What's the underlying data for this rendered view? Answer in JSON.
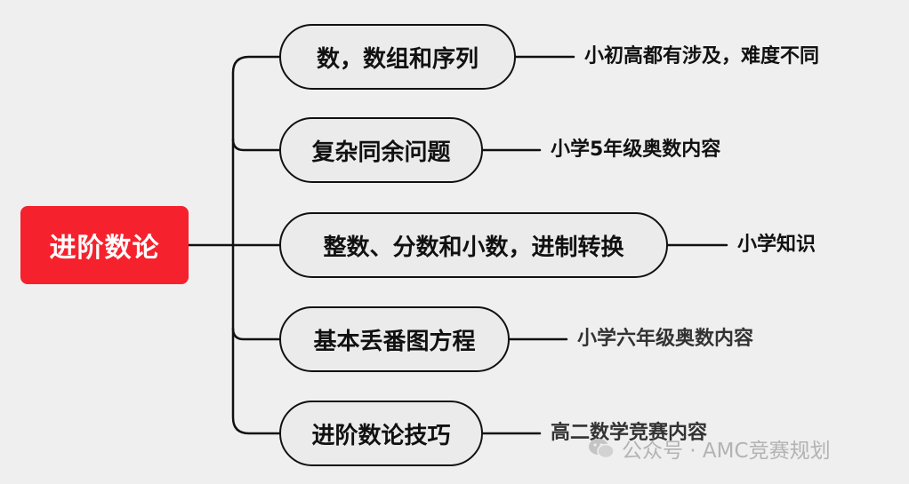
{
  "root": {
    "label": "进阶数论"
  },
  "topics": [
    {
      "label": "数，数组和序列",
      "note": "小初高都有涉及，难度不同"
    },
    {
      "label": "复杂同余问题",
      "note": "小学5年级奥数内容"
    },
    {
      "label": "整数、分数和小数，进制转换",
      "note": "小学知识"
    },
    {
      "label": "基本丢番图方程",
      "note": "小学六年级奥数内容"
    },
    {
      "label": "进阶数论技巧",
      "note": "高二数学竞赛内容"
    }
  ],
  "watermark": {
    "text": "公众号 · AMC竞赛规划",
    "icon": "wechat-icon"
  },
  "colors": {
    "root": "#f5222d",
    "background": "#efefef",
    "topic_fill": "#ebebeb",
    "line": "#111111"
  }
}
